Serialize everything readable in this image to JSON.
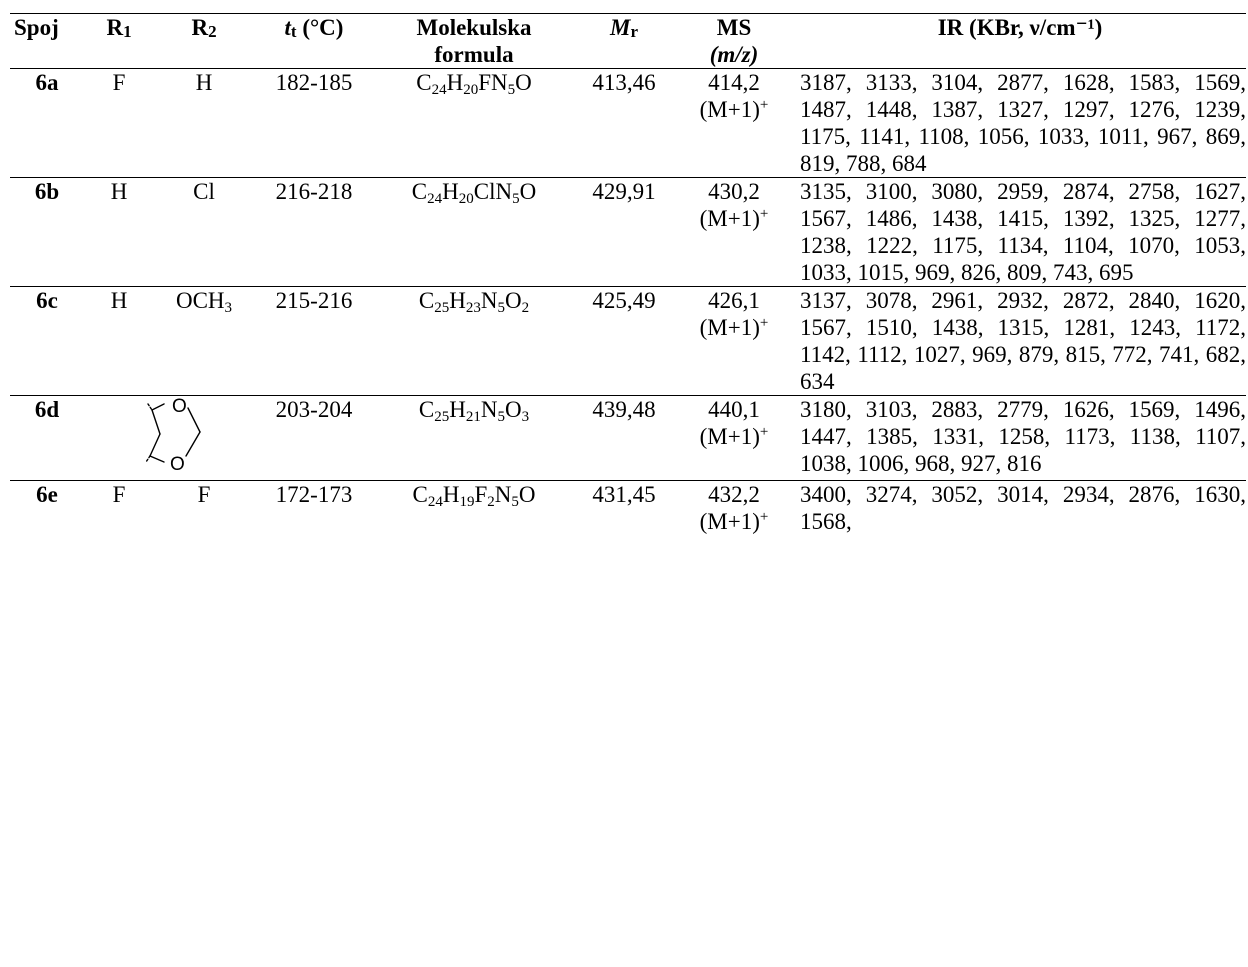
{
  "headers": {
    "spoj": "Spoj",
    "r1": "R",
    "r1_sub": "1",
    "r2": "R",
    "r2_sub": "2",
    "tt_main": "t",
    "tt_sub": "t",
    "tt_unit": " (°C)",
    "formula_line1": "Molekulska",
    "formula_line2": "formula",
    "mr_main": "M",
    "mr_sub": "r",
    "ms_line1": "MS",
    "ms_line2": "(m/z)",
    "ir": "IR (KBr, ν/cm⁻¹)"
  },
  "rows": [
    {
      "id": "6a",
      "r1": "F",
      "r2": "H",
      "tt": "182-185",
      "formula": [
        [
          "C",
          "24"
        ],
        [
          "H",
          "20"
        ],
        [
          "FN",
          "5"
        ],
        [
          "O",
          ""
        ]
      ],
      "mr": "413,46",
      "ms_value": "414,2",
      "ms_ion": "(M+1)",
      "ms_charge": "+",
      "ir": "3187, 3133, 3104, 2877, 1628, 1583, 1569, 1487, 1448, 1387, 1327, 1297, 1276, 1239, 1175, 1141, 1108, 1056, 1033, 1011, 967, 869, 819, 788, 684"
    },
    {
      "id": "6b",
      "r1": "H",
      "r2": "Cl",
      "tt": "216-218",
      "formula": [
        [
          "C",
          "24"
        ],
        [
          "H",
          "20"
        ],
        [
          "ClN",
          "5"
        ],
        [
          "O",
          ""
        ]
      ],
      "mr": "429,91",
      "ms_value": "430,2",
      "ms_ion": "(M+1)",
      "ms_charge": "+",
      "ir": "3135, 3100, 3080, 2959, 2874, 2758, 1627, 1567, 1486, 1438, 1415, 1392, 1325, 1277, 1238, 1222, 1175, 1134, 1104, 1070, 1053, 1033, 1015, 969, 826, 809, 743, 695"
    },
    {
      "id": "6c",
      "r1": "H",
      "r2_main": "OCH",
      "r2_sub": "3",
      "tt": "215-216",
      "formula": [
        [
          "C",
          "25"
        ],
        [
          "H",
          "23"
        ],
        [
          "N",
          "5"
        ],
        [
          "O",
          "2"
        ]
      ],
      "mr": "425,49",
      "ms_value": "426,1",
      "ms_ion": "(M+1)",
      "ms_charge": "+",
      "ir": "3137, 3078, 2961, 2932, 2872, 2840, 1620, 1567, 1510, 1438, 1315, 1281, 1243, 1172, 1142, 1112, 1027, 969, 879, 815, 772, 741, 682, 634"
    },
    {
      "id": "6d",
      "ring_atom_top": "O",
      "ring_atom_bottom": "O",
      "tt": "203-204",
      "formula": [
        [
          "C",
          "25"
        ],
        [
          "H",
          "21"
        ],
        [
          "N",
          "5"
        ],
        [
          "O",
          "3"
        ]
      ],
      "mr": "439,48",
      "ms_value": "440,1",
      "ms_ion": "(M+1)",
      "ms_charge": "+",
      "ir": "3180, 3103, 2883, 2779, 1626, 1569, 1496, 1447, 1385, 1331, 1258, 1173, 1138, 1107, 1038, 1006, 968, 927, 816"
    },
    {
      "id": "6e",
      "r1": "F",
      "r2": "F",
      "tt": "172-173",
      "formula": [
        [
          "C",
          "24"
        ],
        [
          "H",
          "19"
        ],
        [
          "F",
          "2"
        ],
        [
          "N",
          "5"
        ],
        [
          "O",
          ""
        ]
      ],
      "mr": "431,45",
      "ms_value": "432,2",
      "ms_ion": "(M+1)",
      "ms_charge": "+",
      "ir": "3400, 3274, 3052, 3014, 2934, 2876, 1630, 1568,"
    }
  ]
}
